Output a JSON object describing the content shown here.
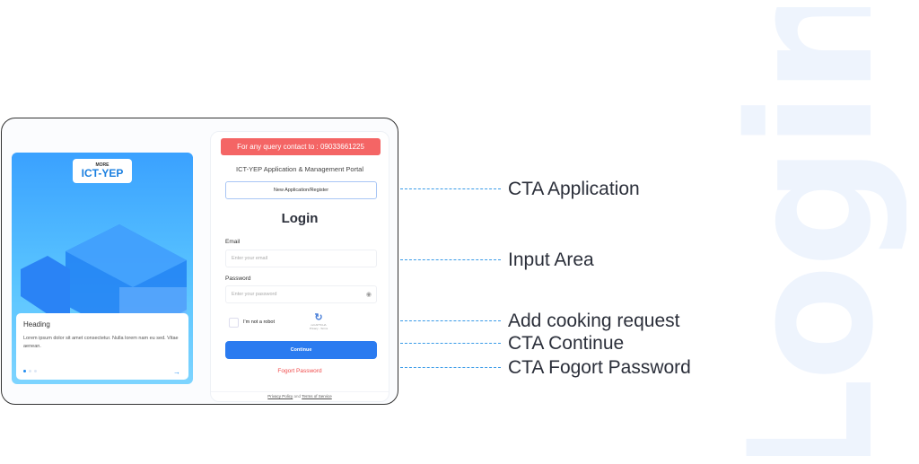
{
  "watermark": "Login",
  "hero": {
    "logo_small": "MORE",
    "logo": "ICT-YEP",
    "heading": "Heading",
    "text": "Lorem ipsum dolor sit amet consectetur. Nulla lorem nam eu sed. Vitae aenean.",
    "arrow": "→"
  },
  "panel": {
    "query": "For any query contact to : 09033661225",
    "portal": "ICT-YEP  Application & Management Portal",
    "new_app": "New Application/Register",
    "title": "Login",
    "email_label": "Email",
    "email_placeholder": "Enter your email",
    "password_label": "Password",
    "password_placeholder": "Enter your password",
    "robot": "I'm not a robot",
    "recaptcha": "reCAPTCHA",
    "recaptcha_links": "Privacy - Terms",
    "continue": "Continue",
    "forgot": "Fogort Password",
    "privacy": "Privacy Policy",
    "and": " and ",
    "terms": "Terms of Service"
  },
  "annotations": [
    "CTA Application",
    "Input Area",
    "Add cooking request",
    "CTA Continue",
    "CTA Fogort Password"
  ]
}
